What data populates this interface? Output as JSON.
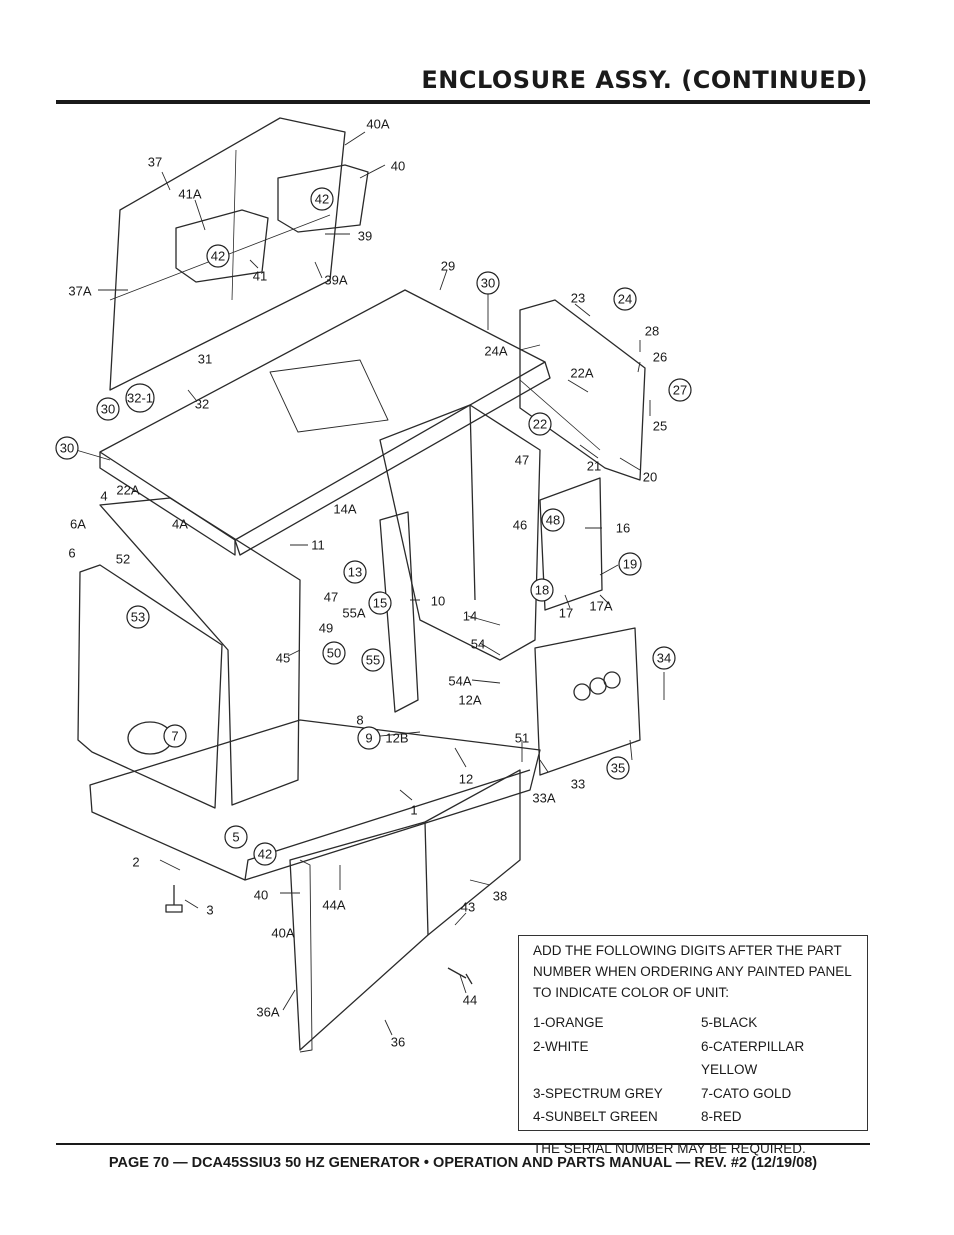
{
  "header": {
    "title": "ENCLOSURE ASSY. (CONTINUED)"
  },
  "diagram": {
    "callouts": [
      {
        "label": "40A",
        "circled": false
      },
      {
        "label": "40",
        "circled": false
      },
      {
        "label": "37",
        "circled": false
      },
      {
        "label": "41A",
        "circled": false
      },
      {
        "label": "42",
        "circled": true
      },
      {
        "label": "42",
        "circled": true
      },
      {
        "label": "39",
        "circled": false
      },
      {
        "label": "37A",
        "circled": false
      },
      {
        "label": "41",
        "circled": false
      },
      {
        "label": "39A",
        "circled": false
      },
      {
        "label": "29",
        "circled": false
      },
      {
        "label": "30",
        "circled": true
      },
      {
        "label": "23",
        "circled": false
      },
      {
        "label": "24",
        "circled": true
      },
      {
        "label": "28",
        "circled": false
      },
      {
        "label": "26",
        "circled": false
      },
      {
        "label": "24A",
        "circled": false
      },
      {
        "label": "22A",
        "circled": false
      },
      {
        "label": "27",
        "circled": true
      },
      {
        "label": "31",
        "circled": false
      },
      {
        "label": "32-1",
        "circled": true
      },
      {
        "label": "32",
        "circled": false
      },
      {
        "label": "30",
        "circled": true
      },
      {
        "label": "25",
        "circled": false
      },
      {
        "label": "30",
        "circled": true
      },
      {
        "label": "22",
        "circled": true
      },
      {
        "label": "21",
        "circled": false
      },
      {
        "label": "20",
        "circled": false
      },
      {
        "label": "22A",
        "circled": false
      },
      {
        "label": "47",
        "circled": false
      },
      {
        "label": "4",
        "circled": false
      },
      {
        "label": "4A",
        "circled": false
      },
      {
        "label": "6A",
        "circled": false
      },
      {
        "label": "14A",
        "circled": false
      },
      {
        "label": "48",
        "circled": true
      },
      {
        "label": "46",
        "circled": false
      },
      {
        "label": "16",
        "circled": false
      },
      {
        "label": "11",
        "circled": false
      },
      {
        "label": "6",
        "circled": false
      },
      {
        "label": "52",
        "circled": false
      },
      {
        "label": "13",
        "circled": true
      },
      {
        "label": "19",
        "circled": true
      },
      {
        "label": "47",
        "circled": false
      },
      {
        "label": "18",
        "circled": true
      },
      {
        "label": "17",
        "circled": false
      },
      {
        "label": "17A",
        "circled": false
      },
      {
        "label": "15",
        "circled": true
      },
      {
        "label": "10",
        "circled": false
      },
      {
        "label": "53",
        "circled": true
      },
      {
        "label": "55A",
        "circled": false
      },
      {
        "label": "49",
        "circled": false
      },
      {
        "label": "14",
        "circled": false
      },
      {
        "label": "54",
        "circled": false
      },
      {
        "label": "34",
        "circled": true
      },
      {
        "label": "45",
        "circled": false
      },
      {
        "label": "50",
        "circled": true
      },
      {
        "label": "55",
        "circled": true
      },
      {
        "label": "54A",
        "circled": false
      },
      {
        "label": "12A",
        "circled": false
      },
      {
        "label": "8",
        "circled": false
      },
      {
        "label": "7",
        "circled": true
      },
      {
        "label": "9",
        "circled": true
      },
      {
        "label": "12B",
        "circled": false
      },
      {
        "label": "51",
        "circled": false
      },
      {
        "label": "12",
        "circled": false
      },
      {
        "label": "35",
        "circled": true
      },
      {
        "label": "33",
        "circled": false
      },
      {
        "label": "33A",
        "circled": false
      },
      {
        "label": "1",
        "circled": false
      },
      {
        "label": "5",
        "circled": true
      },
      {
        "label": "42",
        "circled": true
      },
      {
        "label": "2",
        "circled": false
      },
      {
        "label": "38",
        "circled": false
      },
      {
        "label": "40",
        "circled": false
      },
      {
        "label": "3",
        "circled": false
      },
      {
        "label": "44A",
        "circled": false
      },
      {
        "label": "43",
        "circled": false
      },
      {
        "label": "40A",
        "circled": false
      },
      {
        "label": "44",
        "circled": false
      },
      {
        "label": "36A",
        "circled": false
      },
      {
        "label": "36",
        "circled": false
      }
    ]
  },
  "note": {
    "intro": "ADD THE FOLLOWING DIGITS AFTER THE PART NUMBER WHEN ORDERING ANY PAINTED PANEL TO INDICATE COLOR OF UNIT:",
    "colors": [
      "1-ORANGE",
      "5-BLACK",
      "2-WHITE",
      "6-CATERPILLAR YELLOW",
      "3-SPECTRUM GREY",
      "7-CATO GOLD",
      "4-SUNBELT GREEN",
      "8-RED"
    ],
    "serial": "THE SERIAL NUMBER MAY BE REQUIRED."
  },
  "footer": {
    "text": "PAGE 70 — DCA45SSIU3 50 HZ GENERATOR • OPERATION AND PARTS MANUAL — REV. #2 (12/19/08)"
  }
}
